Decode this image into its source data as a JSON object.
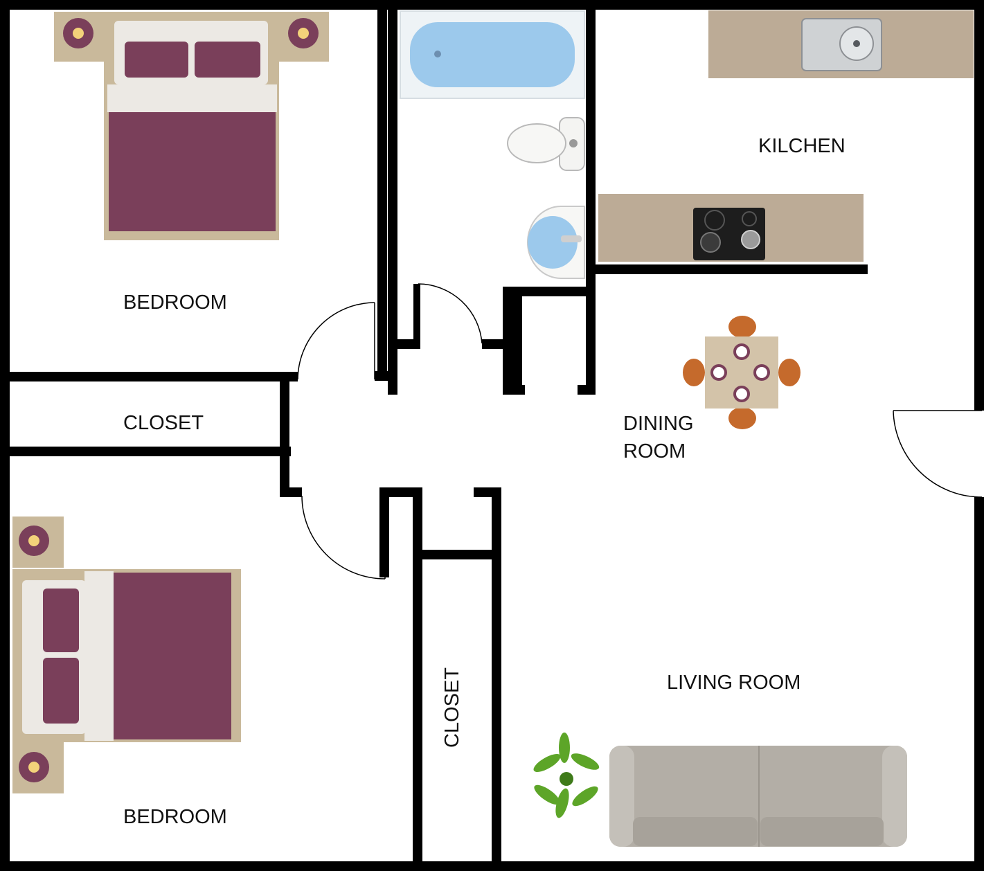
{
  "rooms": {
    "bedroom_top": "BEDROOM",
    "closet_left": "CLOSET",
    "bedroom_bottom": "BEDROOM",
    "closet_middle": "CLOSET",
    "kitchen": "KILCHEN",
    "dining_line1": "DINING",
    "dining_line2": "ROOM",
    "living": "LIVING ROOM"
  },
  "colors": {
    "wall": "#000000",
    "bedspread": "#7a3f5a",
    "bed_frame": "#c9b99b",
    "pillow_case": "#ece9e4",
    "nightstand": "#c9b99b",
    "lamp": "#f3d27a",
    "counter": "#bcab96",
    "water": "#9cc9ec",
    "chair": "#c56a2c",
    "table": "#d3c3a9",
    "sofa": "#b3aea6",
    "plant": "#5da528"
  }
}
